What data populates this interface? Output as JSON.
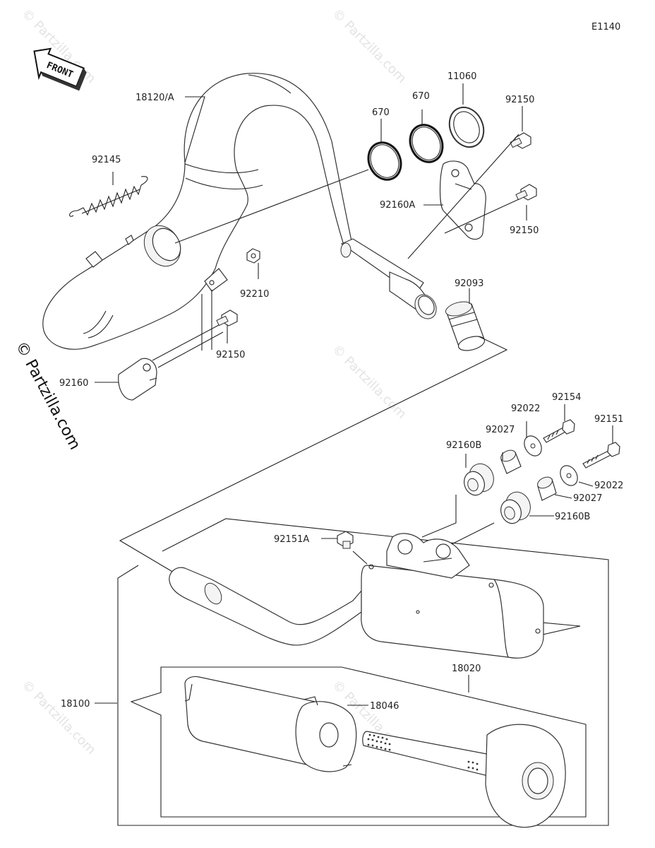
{
  "diagram_code": "E1140",
  "front_label": "FRONT",
  "watermark_text": "© Partzilla.com",
  "brand_text": "© Partzilla.com",
  "parts": {
    "p18120A": "18120/A",
    "p92145": "92145",
    "p670a": "670",
    "p670b": "670",
    "p11060": "11060",
    "p92150a": "92150",
    "p92160A": "92160A",
    "p92150b": "92150",
    "p92210": "92210",
    "p92150c": "92150",
    "p92093": "92093",
    "p92160": "92160",
    "p92154": "92154",
    "p92022a": "92022",
    "p92151": "92151",
    "p92027a": "92027",
    "p92160Ba": "92160B",
    "p92022b": "92022",
    "p92027b": "92027",
    "p92160Bb": "92160B",
    "p92151A": "92151A",
    "p18020": "18020",
    "p18100": "18100",
    "p18046": "18046"
  },
  "colors": {
    "line": "#222222",
    "watermark": "#e3e3e3"
  }
}
